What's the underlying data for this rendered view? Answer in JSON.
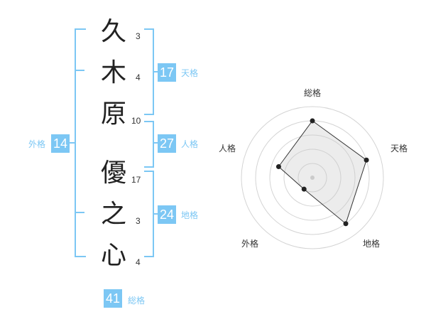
{
  "name_chars": [
    {
      "char": "久",
      "strokes": "3"
    },
    {
      "char": "木",
      "strokes": "4"
    },
    {
      "char": "原",
      "strokes": "10"
    },
    {
      "char": "優",
      "strokes": "17"
    },
    {
      "char": "之",
      "strokes": "3"
    },
    {
      "char": "心",
      "strokes": "4"
    }
  ],
  "kakusu": {
    "tenkaku": {
      "value": "17",
      "label": "天格"
    },
    "jinkaku": {
      "value": "27",
      "label": "人格"
    },
    "chikaku": {
      "value": "24",
      "label": "地格"
    },
    "gaikaku": {
      "value": "14",
      "label": "外格"
    },
    "soukaku": {
      "value": "41",
      "label": "総格"
    }
  },
  "colors": {
    "accent": "#7cc7f4",
    "text": "#222222"
  },
  "chart_data": {
    "type": "radar",
    "axes": [
      "総格",
      "天格",
      "地格",
      "外格",
      "人格"
    ],
    "rings": 5,
    "values": [
      4,
      4,
      4,
      1,
      2.5
    ],
    "max": 5
  }
}
